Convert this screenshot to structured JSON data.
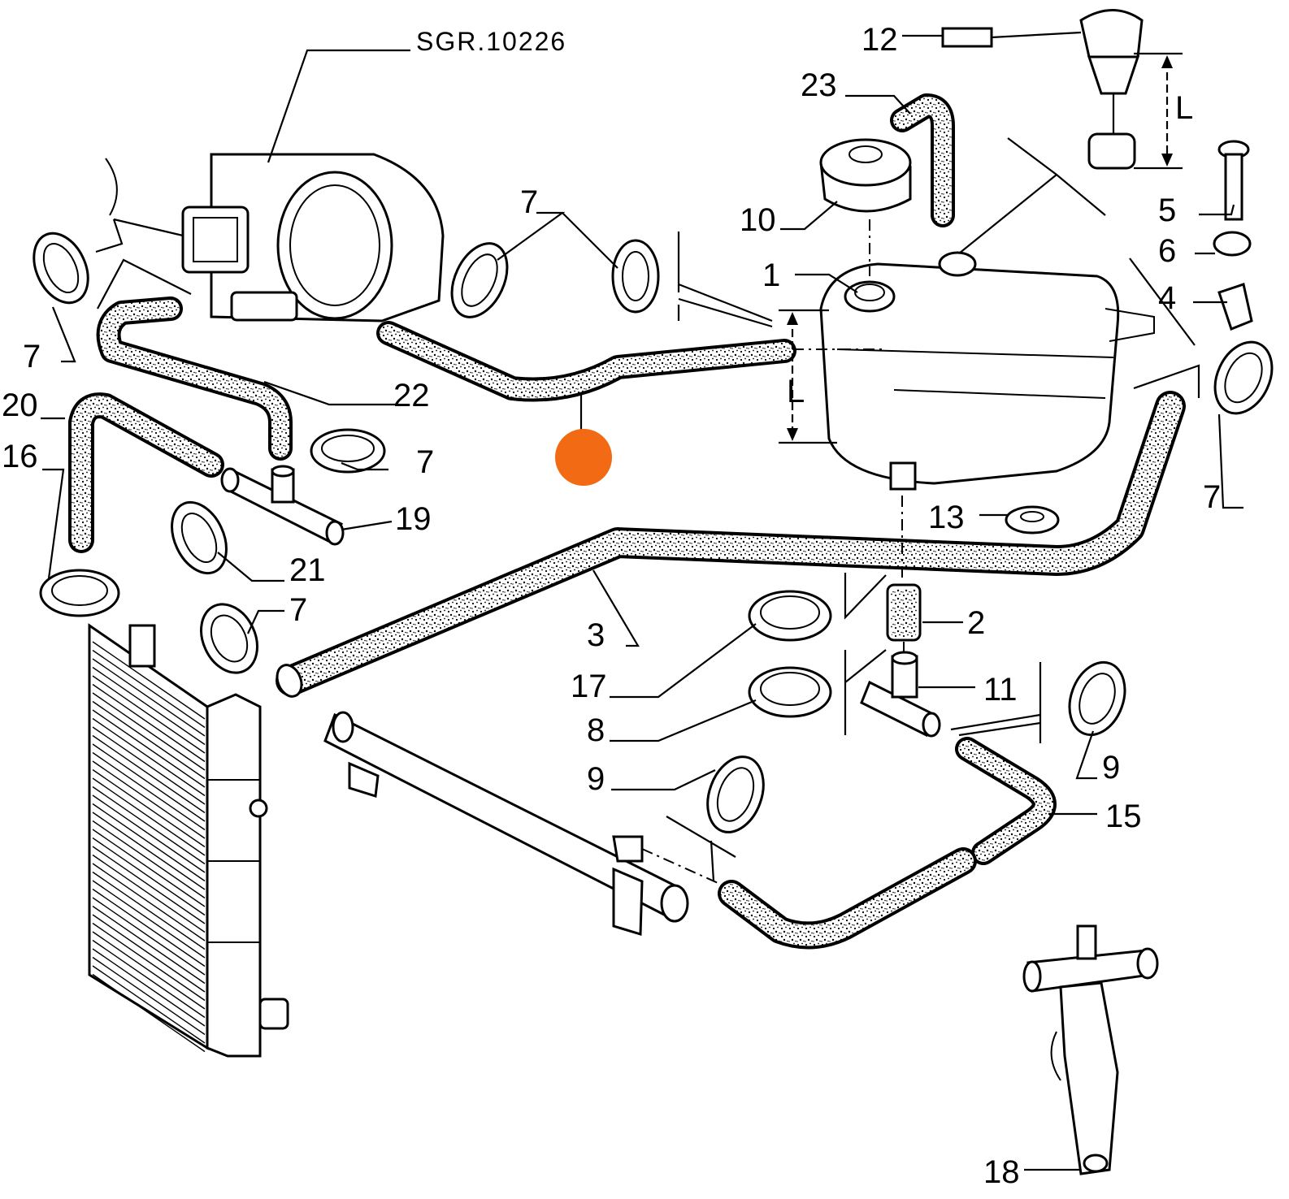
{
  "diagram": {
    "reference": "SGR.10226",
    "marker_color": "#f26a13",
    "dimension_letter": "L",
    "part_numbers": {
      "p1": "1",
      "p2": "2",
      "p3": "3",
      "p4": "4",
      "p5": "5",
      "p6": "6",
      "p7": "7",
      "p8": "8",
      "p9": "9",
      "p10": "10",
      "p11": "11",
      "p12": "12",
      "p13": "13",
      "p15": "15",
      "p16": "16",
      "p17": "17",
      "p18": "18",
      "p19": "19",
      "p20": "20",
      "p21": "21",
      "p22": "22",
      "p23": "23"
    }
  }
}
